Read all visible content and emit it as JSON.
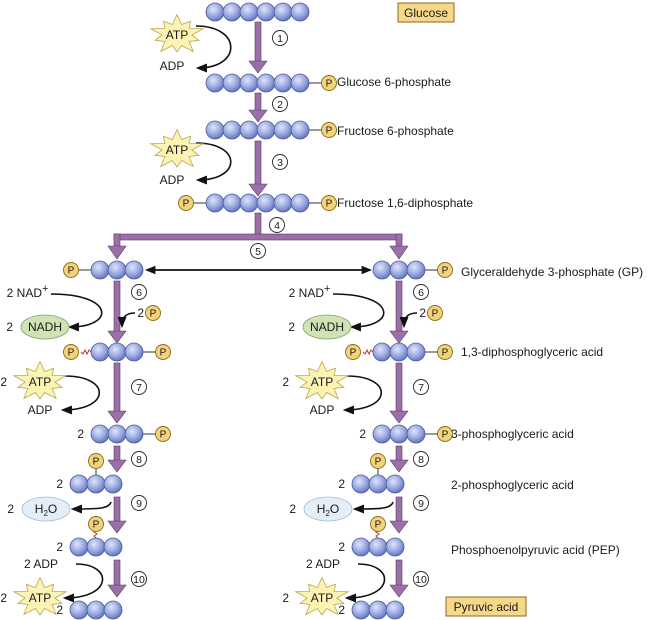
{
  "title_box": {
    "label": "Glucose"
  },
  "end_box": {
    "label": "Pyruvic acid"
  },
  "molecules": {
    "g6p": "Glucose 6-phosphate",
    "f6p": "Fructose 6-phosphate",
    "f16dp": "Fructose 1,6-diphosphate",
    "gp": "Glyceraldehyde 3-phosphate (GP)",
    "dpga13": "1,3-diphosphoglyceric acid",
    "pga3": "3-phosphoglyceric acid",
    "pga2": "2-phosphoglyceric acid",
    "pep": "Phosphoenolpyruvic acid (PEP)"
  },
  "steps": [
    "1",
    "2",
    "3",
    "4",
    "5",
    "6",
    "7",
    "8",
    "9",
    "10"
  ],
  "cofactors": {
    "atp": "ATP",
    "adp": "ADP",
    "nad": "2 NAD",
    "nad_sup": "+",
    "nadh": "NADH",
    "h2o_h": "H",
    "h2o_sub": "2",
    "h2o_o": "O",
    "two": "2",
    "two_adp": "2 ADP",
    "phosphate": "P"
  },
  "colors": {
    "carbon": "#9aa8e0",
    "carbon_stroke": "#4a5a9a",
    "phosphate": "#f2d27a",
    "arrow": "#9b6fa8",
    "atp_star": "#fbf3b4",
    "nadh": "#cfe3b4",
    "h2o": "#e4eef8",
    "label_box": "#f5d88a"
  }
}
